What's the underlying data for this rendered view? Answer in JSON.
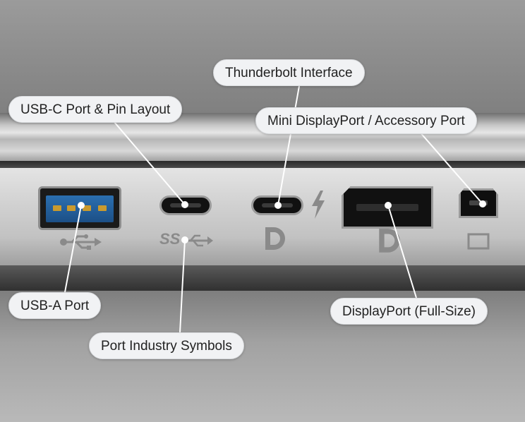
{
  "callouts": {
    "thunderbolt": "Thunderbolt Interface",
    "usbc": "USB-C Port & Pin Layout",
    "minidp": "Mini DisplayPort / Accessory Port",
    "usba": "USB-A Port",
    "dp_full": "DisplayPort (Full-Size)",
    "symbols": "Port Industry Symbols"
  },
  "port_symbols": {
    "superspeed_text": "SS"
  },
  "icons": [
    "usb-trident-icon",
    "superspeed-usb-icon",
    "displayport-icon",
    "lightning-bolt-icon",
    "mini-displayport-rectangle-icon"
  ],
  "colors": {
    "usb3_blue": "#1c4f86",
    "callout_bg": "#f1f2f4",
    "leader_line": "#ffffff",
    "pin_gold": "#c99a2e"
  }
}
